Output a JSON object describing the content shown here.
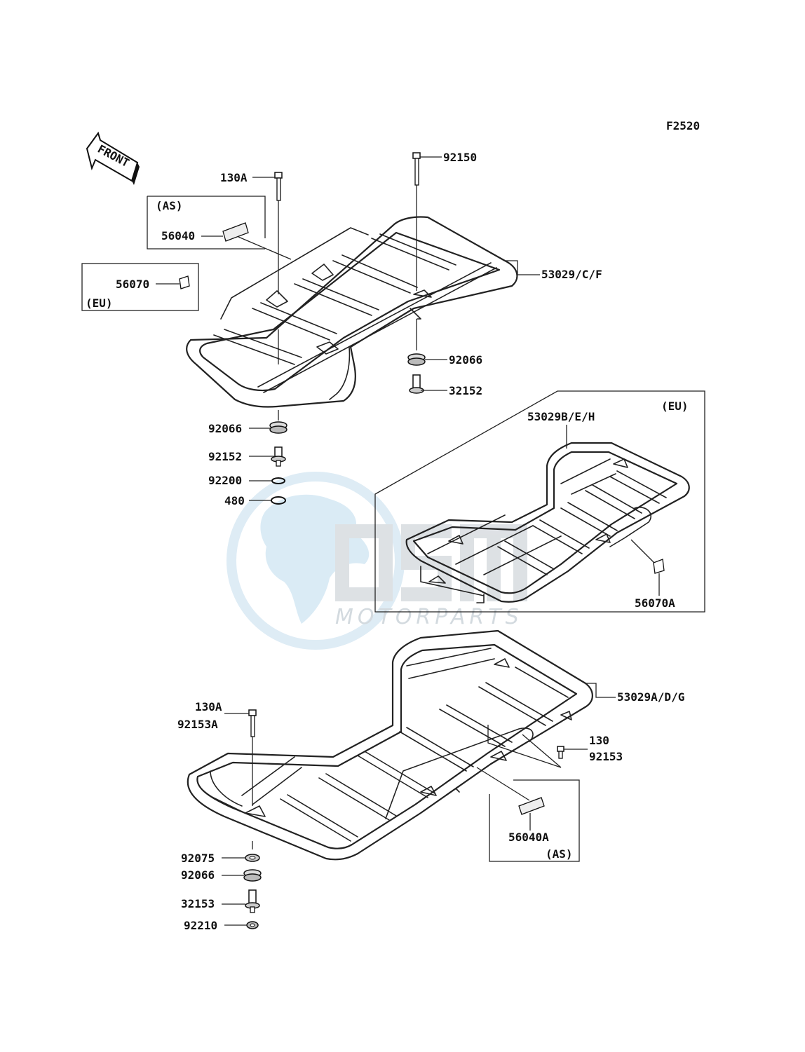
{
  "figure_code": "F2520",
  "front_arrow_label": "FRONT",
  "watermark": {
    "brand_sub": "MOTORPARTS"
  },
  "labels": {
    "p130A_top": "130A",
    "p92150": "92150",
    "as_top": "(AS)",
    "p56040": "56040",
    "p56070": "56070",
    "eu_left": "(EU)",
    "p53029CF": "53029/C/F",
    "p92066_right": "92066",
    "p32152": "32152",
    "p92066_left": "92066",
    "p92152": "92152",
    "p92200": "92200",
    "p480": "480",
    "eu_box": "(EU)",
    "p53029BEH": "53029B/E/H",
    "p56070A": "56070A",
    "p53029ADG": "53029A/D/G",
    "p130A_bottom": "130A",
    "p92153A": "92153A",
    "p130": "130",
    "p92153": "92153",
    "p56040A": "56040A",
    "as_bottom": "(AS)",
    "p92075": "92075",
    "p92066_bottom": "92066",
    "p32153": "32153",
    "p92210": "92210"
  }
}
